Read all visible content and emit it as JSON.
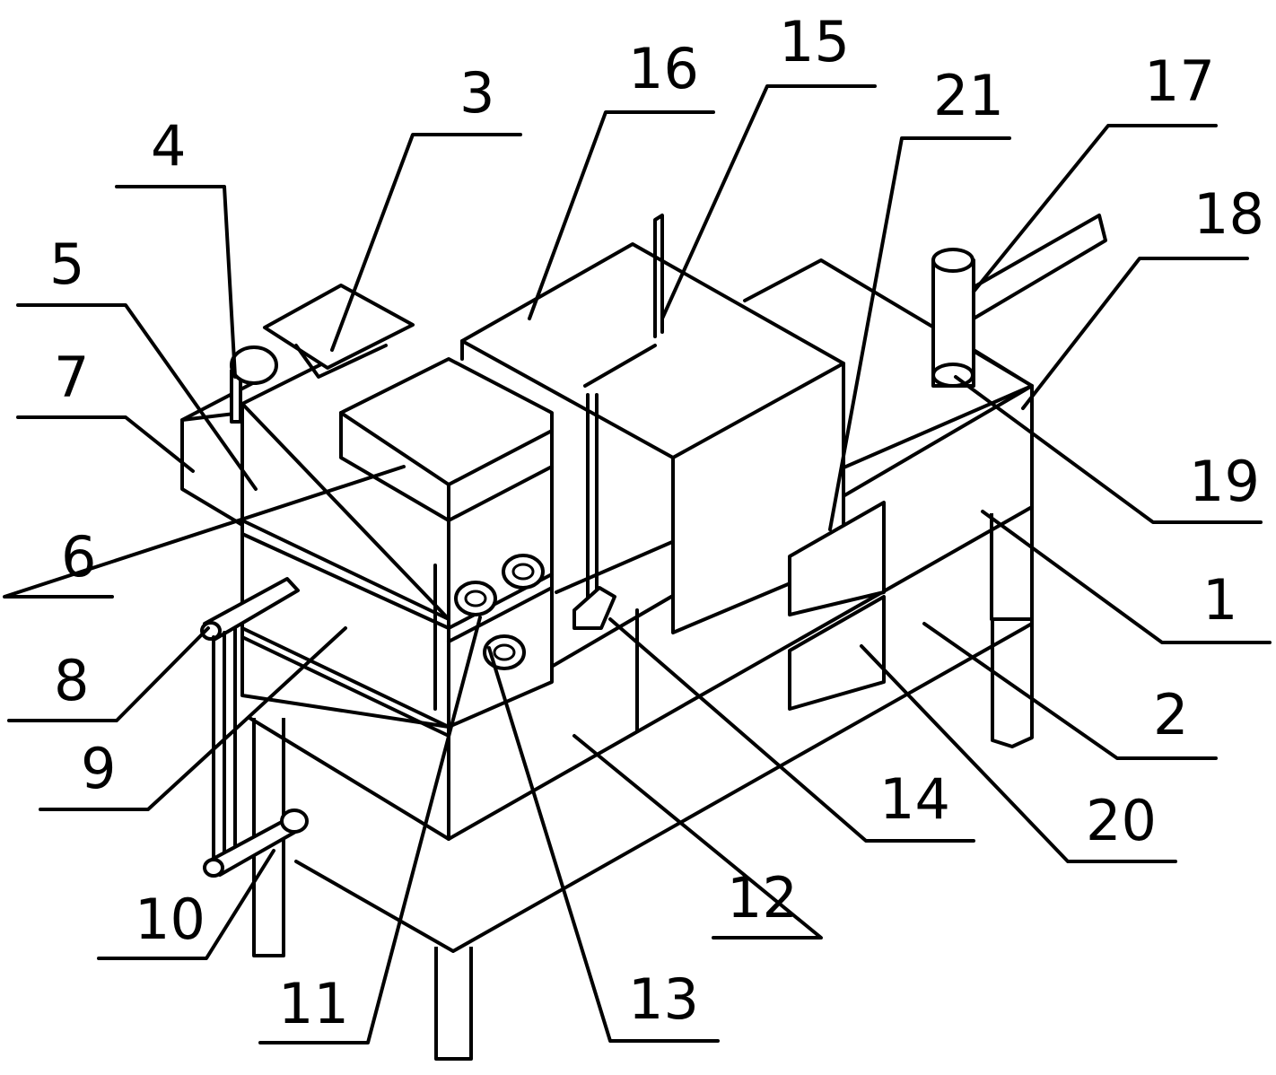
{
  "labels": {
    "n1": "1",
    "n2": "2",
    "n3": "3",
    "n4": "4",
    "n5": "5",
    "n6": "6",
    "n7": "7",
    "n8": "8",
    "n9": "9",
    "n10": "10",
    "n11": "11",
    "n12": "12",
    "n13": "13",
    "n14": "14",
    "n15": "15",
    "n16": "16",
    "n17": "17",
    "n18": "18",
    "n19": "19",
    "n20": "20",
    "n21": "21"
  }
}
